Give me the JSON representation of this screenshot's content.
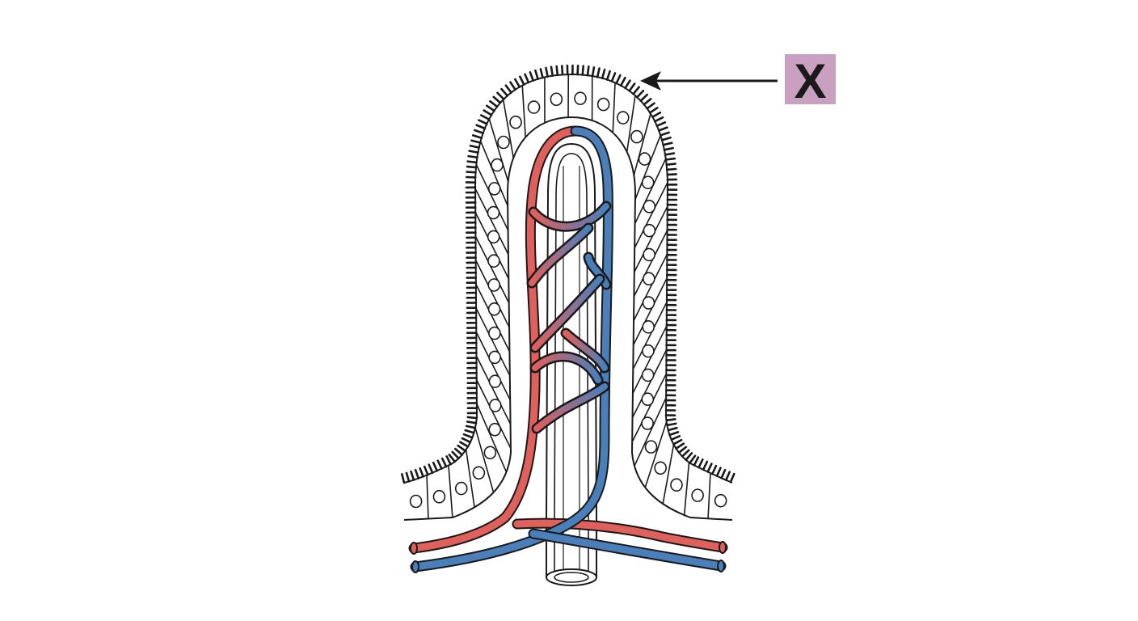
{
  "diagram": {
    "label": {
      "text": "X",
      "points_to": "microvilli"
    },
    "colors": {
      "artery": "#e0605c",
      "vein": "#4a7fba",
      "label_box": "#c9a0bf",
      "outline": "#1a1a1a",
      "background": "#ffffff"
    },
    "parts": [
      "microvilli",
      "epithelial-cells",
      "cell-nuclei",
      "lacteal",
      "arteriole",
      "venule",
      "capillary-network"
    ],
    "cells": {
      "per_side": 16,
      "base_cells_per_side": 3
    }
  }
}
